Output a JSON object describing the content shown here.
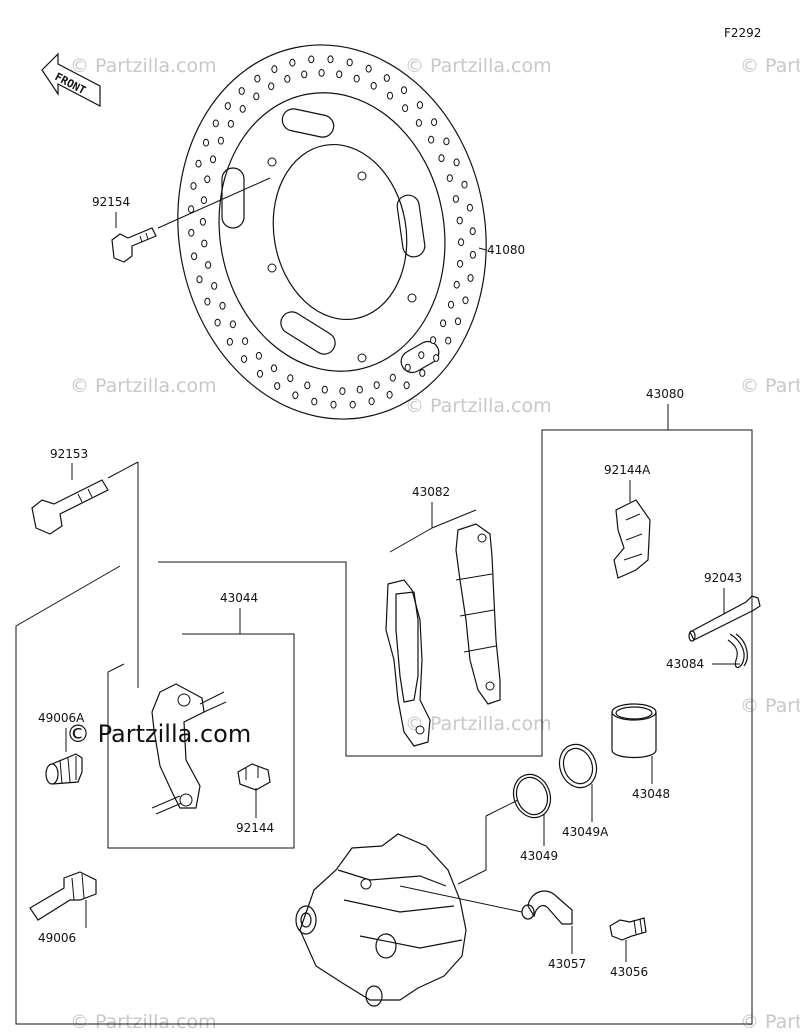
{
  "figure_code": "F2292",
  "front_arrow_label": "FRONT",
  "watermark": "© Partzilla.com",
  "parts": {
    "p41080": "41080",
    "p92154": "92154",
    "p92153": "92153",
    "p43080": "43080",
    "p43082": "43082",
    "p92144A": "92144A",
    "p92043": "92043",
    "p43084": "43084",
    "p43044": "43044",
    "p49006A": "49006A",
    "p92144": "92144",
    "p49006": "49006",
    "p43048": "43048",
    "p43049A": "43049A",
    "p43049": "43049",
    "p43057": "43057",
    "p43056": "43056"
  }
}
